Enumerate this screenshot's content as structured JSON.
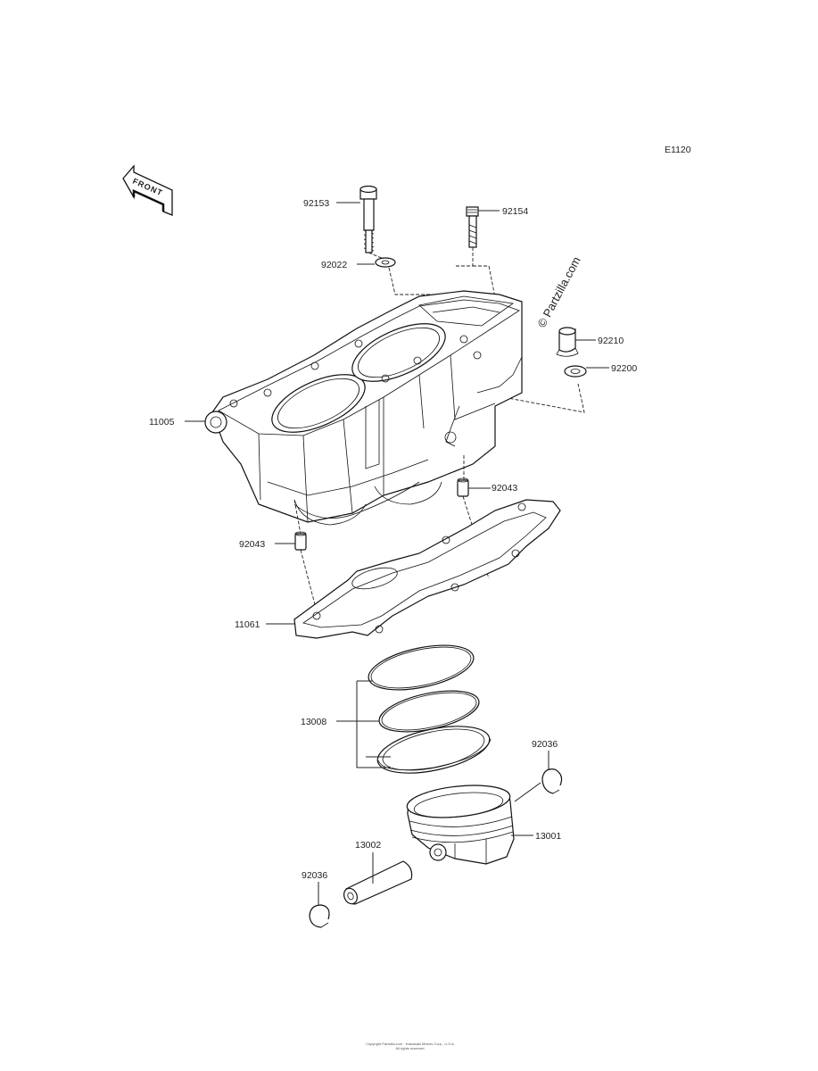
{
  "diagram": {
    "code": "E1120",
    "front_label": "FRONT",
    "watermark": "© Partzilla.com",
    "copyright_line1": "Copyright Partzilla.com · Kawasaki Motors Corp., U.S.A.",
    "copyright_line2": "All rights reserved."
  },
  "parts": [
    {
      "id": "p92153",
      "number": "92153"
    },
    {
      "id": "p92154",
      "number": "92154"
    },
    {
      "id": "p92022",
      "number": "92022"
    },
    {
      "id": "p92210",
      "number": "92210"
    },
    {
      "id": "p92200",
      "number": "92200"
    },
    {
      "id": "p11005",
      "number": "11005"
    },
    {
      "id": "p92043a",
      "number": "92043"
    },
    {
      "id": "p92043b",
      "number": "92043"
    },
    {
      "id": "p11061",
      "number": "11061"
    },
    {
      "id": "p13008",
      "number": "13008"
    },
    {
      "id": "p92036a",
      "number": "92036"
    },
    {
      "id": "p13001",
      "number": "13001"
    },
    {
      "id": "p13002",
      "number": "13002"
    },
    {
      "id": "p92036b",
      "number": "92036"
    }
  ]
}
